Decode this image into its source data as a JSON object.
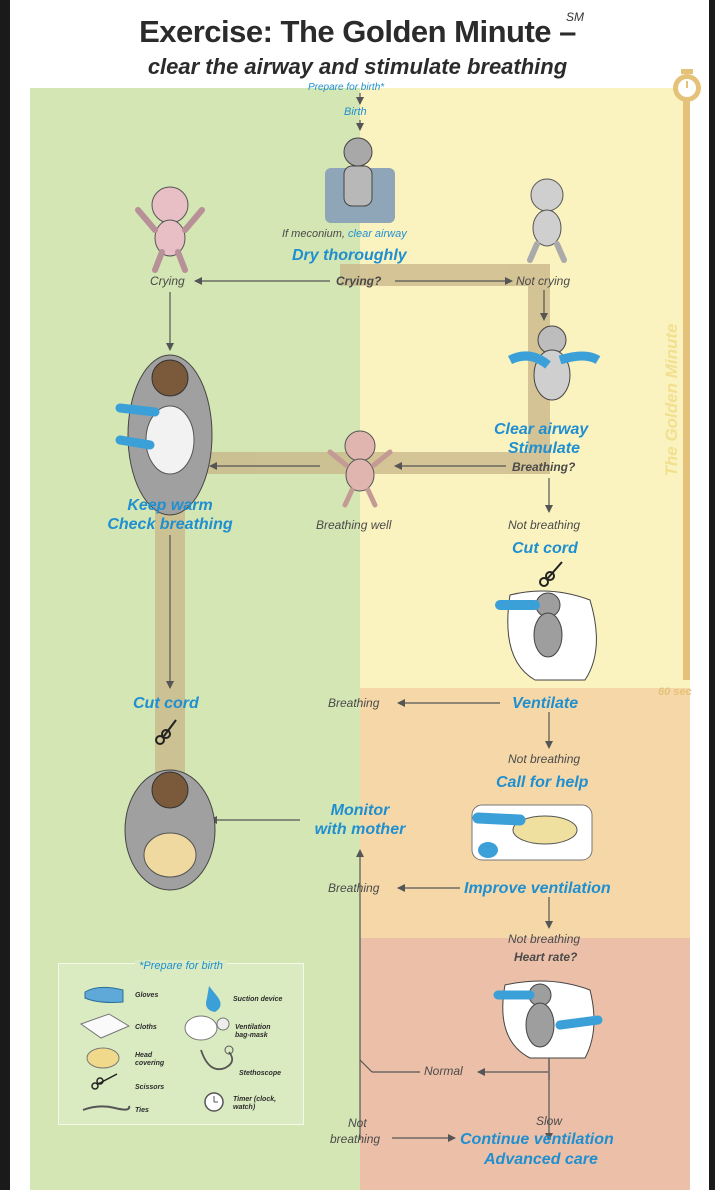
{
  "header": {
    "title": "Exercise: The Golden Minute",
    "sm_mark": "SM",
    "title_dash": "–",
    "subtitle": "clear the airway and stimulate breathing"
  },
  "timeline": {
    "label": "The Golden Minute",
    "end_label": "60 sec"
  },
  "flow": {
    "prepare": "Prepare for birth*",
    "birth": "Birth",
    "if_meconium": "If meconium,",
    "clear_airway_link": "clear airway",
    "dry_thoroughly": "Dry thoroughly",
    "crying_q": "Crying?",
    "crying": "Crying",
    "not_crying": "Not crying",
    "clear_airway": "Clear airway",
    "stimulate": "Stimulate",
    "breathing_q": "Breathing?",
    "keep_warm": "Keep warm",
    "check_breathing": "Check breathing",
    "breathing_well": "Breathing well",
    "not_breathing_1": "Not breathing",
    "cut_cord_right": "Cut cord",
    "cut_cord_left": "Cut cord",
    "breathing_1": "Breathing",
    "ventilate": "Ventilate",
    "not_breathing_2": "Not breathing",
    "call_for_help": "Call for help",
    "monitor": "Monitor",
    "with_mother": "with mother",
    "breathing_2": "Breathing",
    "improve_ventilation": "Improve ventilation",
    "not_breathing_3": "Not breathing",
    "heart_rate_q": "Heart rate?",
    "normal": "Normal",
    "not": "Not",
    "breathing_3": "breathing",
    "slow": "Slow",
    "continue_ventilation": "Continue ventilation",
    "advanced_care": "Advanced care"
  },
  "prepare_box": {
    "title": "*Prepare for birth",
    "items": {
      "gloves": "Gloves",
      "cloths": "Cloths",
      "head_covering": "Head covering",
      "scissors": "Scissors",
      "ties": "Ties",
      "suction": "Suction device",
      "bag_mask": "Ventilation bag-mask",
      "stethoscope": "Stethoscope",
      "timer": "Timer (clock, watch)"
    }
  },
  "colors": {
    "blue_text": "#1f8fd0",
    "green_zone": "#d4e6b3",
    "yellow_zone": "#fbf3bf",
    "orange_zone": "#f6d8a8",
    "red_zone": "#ecc0a8",
    "path_band": "#c8b488",
    "timeline": "#e5c27a"
  },
  "icons": [
    "baby-birth-icon",
    "baby-crying-icon",
    "baby-not-crying-icon",
    "stimulate-baby-icon",
    "mother-skin-to-skin-icon",
    "baby-breathing-well-icon",
    "scissors-icon",
    "ventilate-baby-icon",
    "mother-with-baby-icon",
    "ventilation-improve-icon",
    "heart-rate-check-icon",
    "clock-icon"
  ]
}
